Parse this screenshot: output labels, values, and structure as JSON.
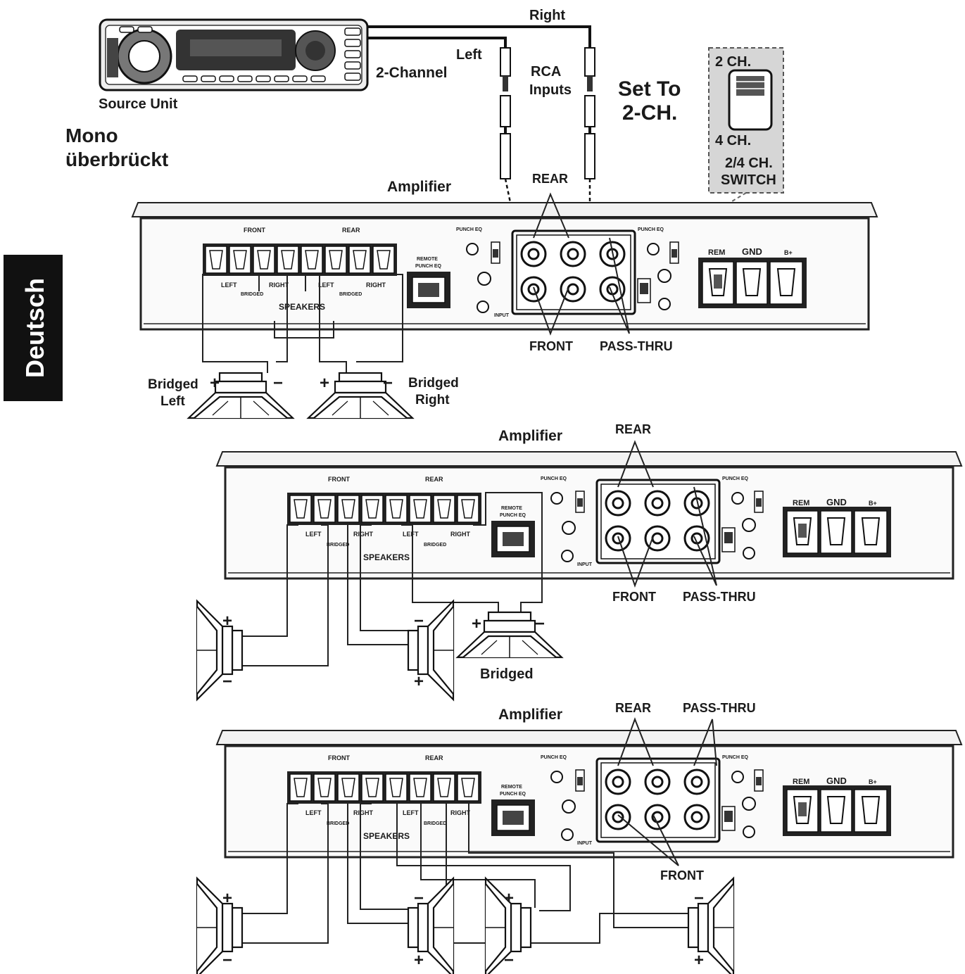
{
  "side_tab": {
    "text": "Deutsch",
    "color": "#111111"
  },
  "title": {
    "line1": "Mono",
    "line2": "überbrückt"
  },
  "source_unit": {
    "label": "Source Unit"
  },
  "labels": {
    "right": "Right",
    "left": "Left",
    "two_channel": "2-Channel",
    "rca_line1": "RCA",
    "rca_line2": "Inputs",
    "set_to_line1": "Set To",
    "set_to_line2": "2-CH."
  },
  "switch_callout": {
    "top": "2 CH.",
    "bottom": "4 CH.",
    "caption_line1": "2/4 CH.",
    "caption_line2": "SWITCH"
  },
  "amp_common": {
    "title": "Amplifier",
    "front": "FRONT",
    "rear": "REAR",
    "pass_thru": "PASS-THRU",
    "speakers": "SPEAKERS",
    "left": "LEFT",
    "right": "RIGHT",
    "bridged_small": "BRIDGED",
    "remote_line1": "REMOTE",
    "remote_line2": "PUNCH EQ",
    "punch_eq": "PUNCH EQ",
    "rem": "REM",
    "gnd": "GND",
    "bplus": "B+",
    "input": "INPUT",
    "plus": "+",
    "minus": "−"
  },
  "diagram1": {
    "bridged_left_line1": "Bridged",
    "bridged_left_line2": "Left",
    "bridged_right_line1": "Bridged",
    "bridged_right_line2": "Right"
  },
  "diagram2": {
    "bridged": "Bridged"
  }
}
